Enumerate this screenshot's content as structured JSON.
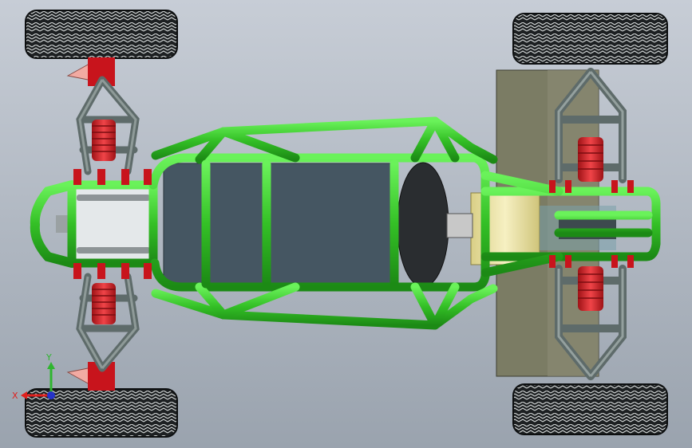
{
  "viewport": {
    "name": "cad-graphics-area",
    "background_top": "#C7CDD6",
    "background_bottom": "#9AA3AE"
  },
  "triad": {
    "x_label": "X",
    "y_label": "Y",
    "x_color": "#E0201E",
    "y_color": "#2FB52F",
    "z_color": "#2633C9"
  },
  "colors": {
    "frame_tube": "#3DD52D",
    "frame_tube_dark": "#1E8A18",
    "floor_panel": "#3E4F5C",
    "suspension_arm": "#5E6B6A",
    "spring": "#E0262A",
    "tire": "#1A1D1F",
    "engine_block": "#EDE6A8",
    "rear_plate": "#7B7C64",
    "seat": "#2A2D30"
  }
}
